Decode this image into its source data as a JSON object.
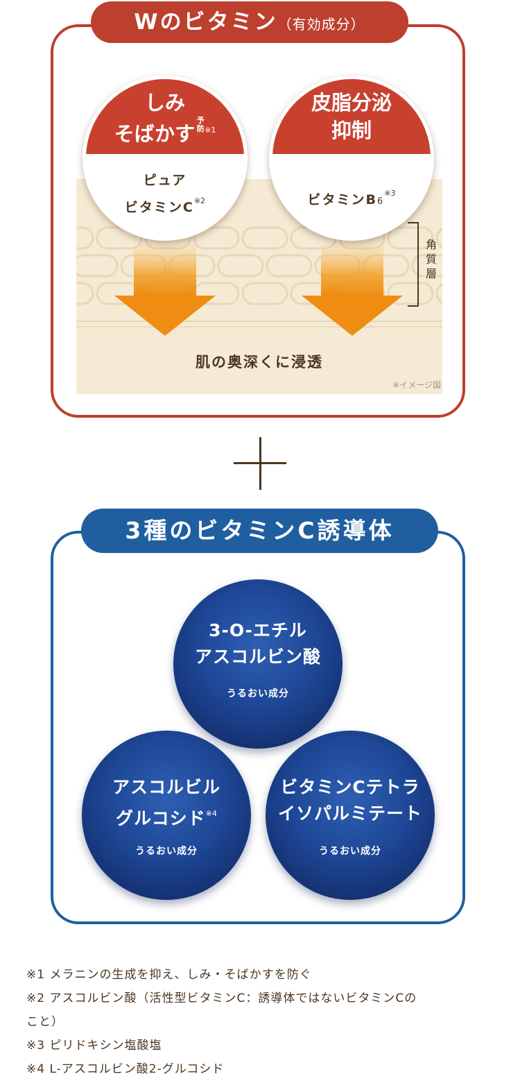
{
  "section1": {
    "title": "Wのビタミン",
    "title_sub": "（有効成分）",
    "badge_left": {
      "line1": "しみ",
      "line2": "そばかす",
      "small": "予防",
      "mark": "※1",
      "ingredient_line1": "ピュア",
      "ingredient_line2": "ビタミンC",
      "ingredient_mark": "※2"
    },
    "badge_right": {
      "line1": "皮脂分泌",
      "line2": "抑制",
      "ingredient": "ビタミンB",
      "ingredient_sub": "6",
      "ingredient_mark": "※3"
    },
    "layer_label": "角質層",
    "caption": "肌の奥深くに浸透",
    "image_note": "※イメージ図"
  },
  "section2": {
    "title": "3種のビタミンC誘導体",
    "orb_top": {
      "line1": "3-O-エチル",
      "line2": "アスコルビン酸",
      "role": "うるおい成分"
    },
    "orb_left": {
      "line1": "アスコルビル",
      "line2": "グルコシド",
      "mark": "※4",
      "role": "うるおい成分"
    },
    "orb_right": {
      "line1": "ビタミンCテトラ",
      "line2": "イソパルミテート",
      "role": "うるおい成分"
    }
  },
  "footnotes": [
    "※1 メラニンの生成を抑え、しみ・そばかすを防ぐ",
    "※2 アスコルビン酸（活性型ビタミンC：誘導体ではないビタミンCの",
    "こと）",
    "※3 ピリドキシン塩酸塩",
    "※4 L-アスコルビン酸2-グルコシド"
  ],
  "colors": {
    "red": "#bd3f2e",
    "blue": "#1f5fa0",
    "text_brown": "#4b3621",
    "skin": "#f5ead4",
    "arrow": "#f29a1d"
  }
}
